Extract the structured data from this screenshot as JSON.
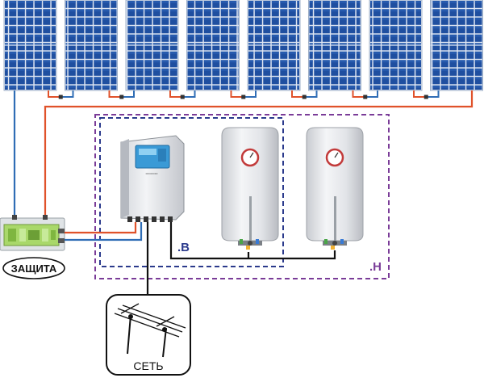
{
  "labels": {
    "protection": "ЗАЩИТА",
    "grid": "СЕТЬ",
    "zone_b": ".В",
    "zone_h": ".Н"
  },
  "colors": {
    "panel_cell": "#1d4f9e",
    "panel_frame": "#cfd8e6",
    "wire_red": "#e0522a",
    "wire_blue": "#2f6db5",
    "wire_black": "#111111",
    "zone_b_border": "#2b3a8c",
    "zone_h_border": "#7a3c98",
    "protection_box": "#a9d86a"
  },
  "icons": [
    "solar-panel-icon",
    "inverter-icon",
    "water-heater-icon",
    "gauge-icon",
    "protection-box-icon",
    "power-line-icon"
  ],
  "solar_panels": [
    {},
    {},
    {},
    {},
    {},
    {},
    {},
    {}
  ],
  "water_heaters": [
    {},
    {}
  ]
}
